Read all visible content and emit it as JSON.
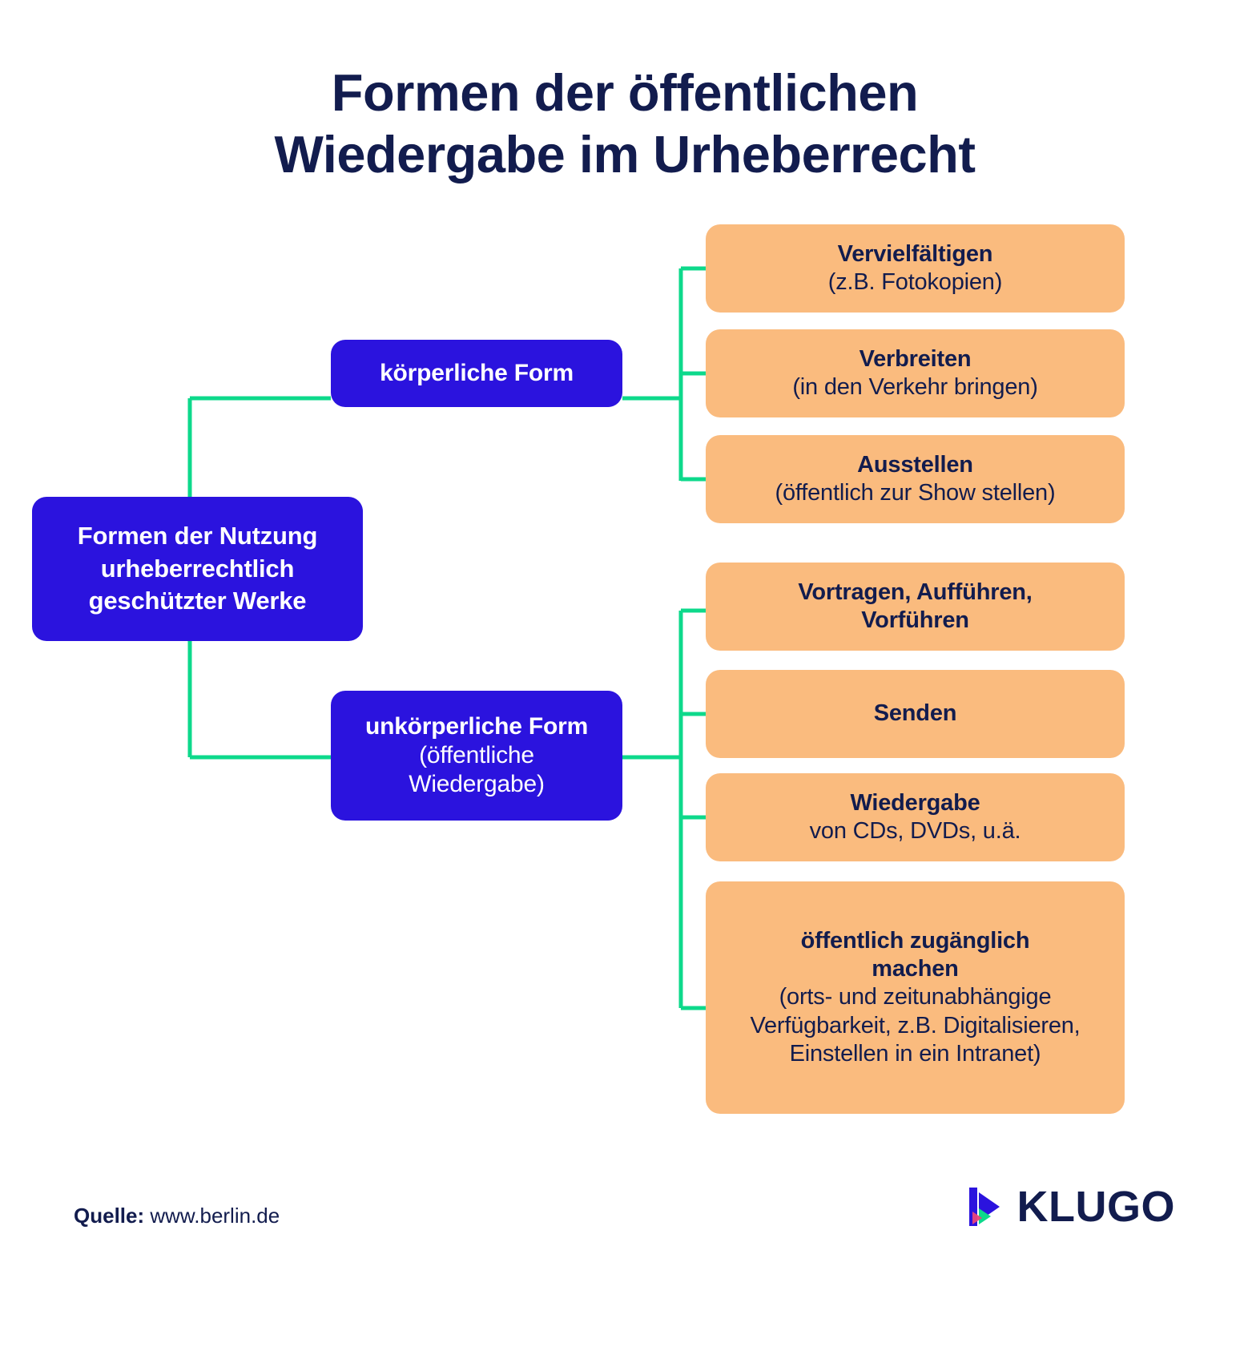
{
  "title": {
    "line1": "Formen der öffentlichen",
    "line2": "Wiedergabe im Urheberrecht"
  },
  "colors": {
    "blue_node": "#2B13DE",
    "orange_node": "#FABB7E",
    "connector_green": "#0DD98B",
    "text_dark": "#121C4E",
    "background": "#FFFFFF"
  },
  "diagram": {
    "type": "tree",
    "root": {
      "label_line1": "Formen der Nutzung",
      "label_line2": "urheberrechtlich",
      "label_line3": "geschützter Werke"
    },
    "branches": [
      {
        "id": "koerperliche-form",
        "heading": "körperliche Form",
        "subtitle": "",
        "children": [
          {
            "heading": "Vervielfältigen",
            "subtitle": "(z.B. Fotokopien)"
          },
          {
            "heading": "Verbreiten",
            "subtitle": "(in den Verkehr bringen)"
          },
          {
            "heading": "Ausstellen",
            "subtitle": "(öffentlich zur Show stellen)"
          }
        ]
      },
      {
        "id": "unkoerperliche-form",
        "heading": "unkörperliche Form",
        "subtitle_line1": "(öffentliche",
        "subtitle_line2": "Wiedergabe)",
        "children": [
          {
            "heading_line1": "Vortragen, Aufführen,",
            "heading_line2": "Vorführen",
            "subtitle": ""
          },
          {
            "heading_line1": "Senden",
            "heading_line2": "",
            "subtitle": ""
          },
          {
            "heading_line1": "Wiedergabe",
            "heading_line2": "",
            "subtitle": "von CDs, DVDs, u.ä."
          },
          {
            "heading_line1": "öffentlich zugänglich",
            "heading_line2": "machen",
            "subtitle_line1": "(orts- und zeitunabhängige",
            "subtitle_line2": "Verfügbarkeit, z.B. Digitalisieren,",
            "subtitle_line3": "Einstellen in ein Intranet)"
          }
        ]
      }
    ]
  },
  "footer": {
    "source_label": "Quelle:",
    "source_value": " www.berlin.de",
    "brand": "KLUGO"
  }
}
